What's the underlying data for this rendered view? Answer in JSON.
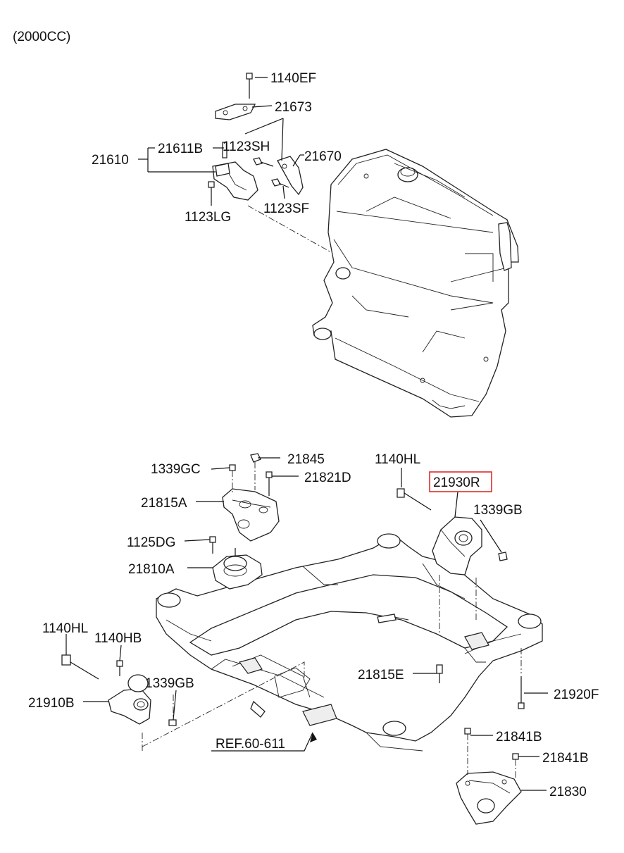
{
  "header": {
    "spec": "(2000CC)"
  },
  "labels": {
    "p1140EF": "1140EF",
    "p21673": "21673",
    "p21611B": "21611B",
    "p1123SH": "1123SH",
    "p21670": "21670",
    "p21610": "21610",
    "p1123LG": "1123LG",
    "p1123SF": "1123SF",
    "p21845": "21845",
    "p1339GC": "1339GC",
    "p21821D": "21821D",
    "p1140HL_a": "1140HL",
    "p21930R": "21930R",
    "p21815A": "21815A",
    "p1339GB_a": "1339GB",
    "p1125DG": "1125DG",
    "p21810A": "21810A",
    "p1140HL_b": "1140HL",
    "p1140HB": "1140HB",
    "p1339GB_b": "1339GB",
    "p21910B": "21910B",
    "p21815E": "21815E",
    "p21920F": "21920F",
    "pREF": "REF.60-611",
    "p21841B_a": "21841B",
    "p21841B_b": "21841B",
    "p21830": "21830"
  },
  "highlight": {
    "part": "21930R",
    "color": "#d9302c"
  }
}
